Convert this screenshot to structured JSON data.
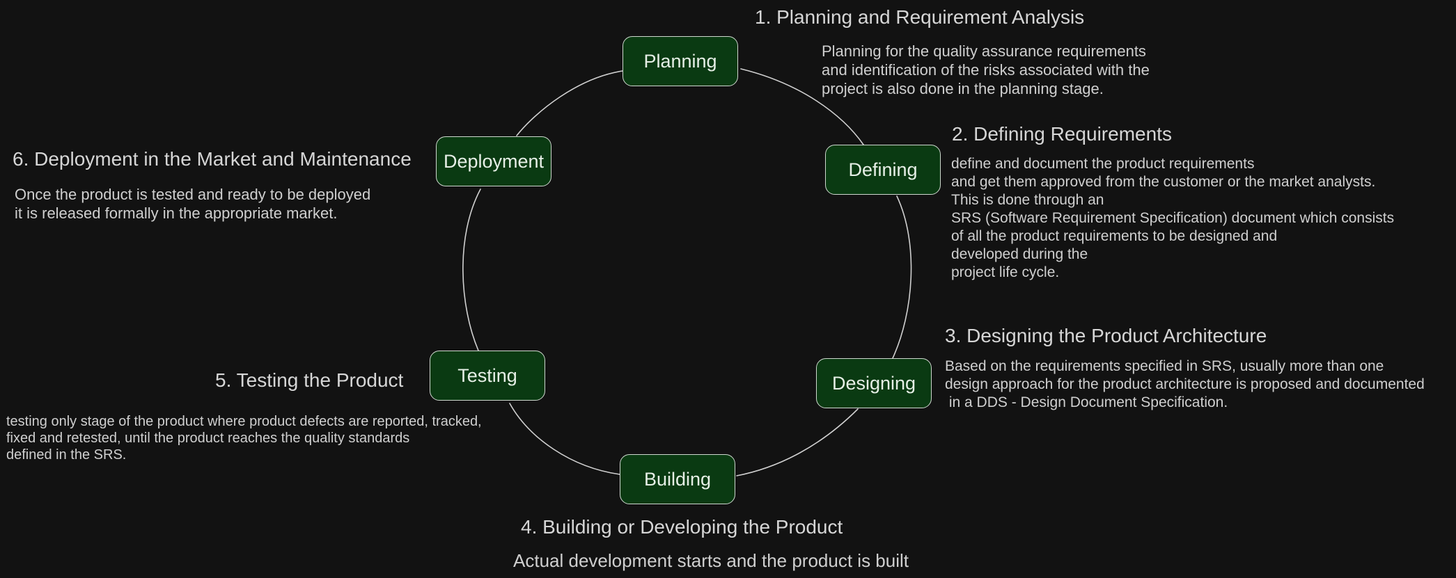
{
  "nodes": {
    "planning": "Planning",
    "defining": "Defining",
    "designing": "Designing",
    "building": "Building",
    "testing": "Testing",
    "deployment": "Deployment"
  },
  "stages": {
    "planning": {
      "heading": "1. Planning and Requirement Analysis",
      "desc": "Planning for the quality assurance requirements\nand identification of the risks associated with the\nproject is also done in the planning stage."
    },
    "defining": {
      "heading": "2. Defining Requirements",
      "desc": "define and document the product requirements\nand get them approved from the customer or the market analysts.\nThis is done through an\nSRS (Software Requirement Specification) document which consists\nof all the product requirements to be designed and\ndeveloped during the\nproject life cycle."
    },
    "designing": {
      "heading": "3. Designing the Product Architecture",
      "desc": "Based on the requirements specified in SRS, usually more than one\ndesign approach for the product architecture is proposed and documented\n in a DDS - Design Document Specification."
    },
    "building": {
      "heading": "4. Building or Developing the Product",
      "desc": "Actual development starts and the product is built"
    },
    "testing": {
      "heading": "5. Testing the Product",
      "desc": "testing only stage of the product where product defects are reported, tracked,\nfixed and retested, until the product reaches the quality standards\ndefined in the SRS."
    },
    "deployment": {
      "heading": "6. Deployment in the Market and Maintenance",
      "desc": "Once the product is tested and ready to be deployed\nit is released formally in the appropriate market."
    }
  },
  "colors": {
    "background": "#121212",
    "node_fill": "#0a3a12",
    "node_stroke": "#cfd8cf",
    "connector": "#d0d0d0",
    "text": "#d9d9d9"
  }
}
